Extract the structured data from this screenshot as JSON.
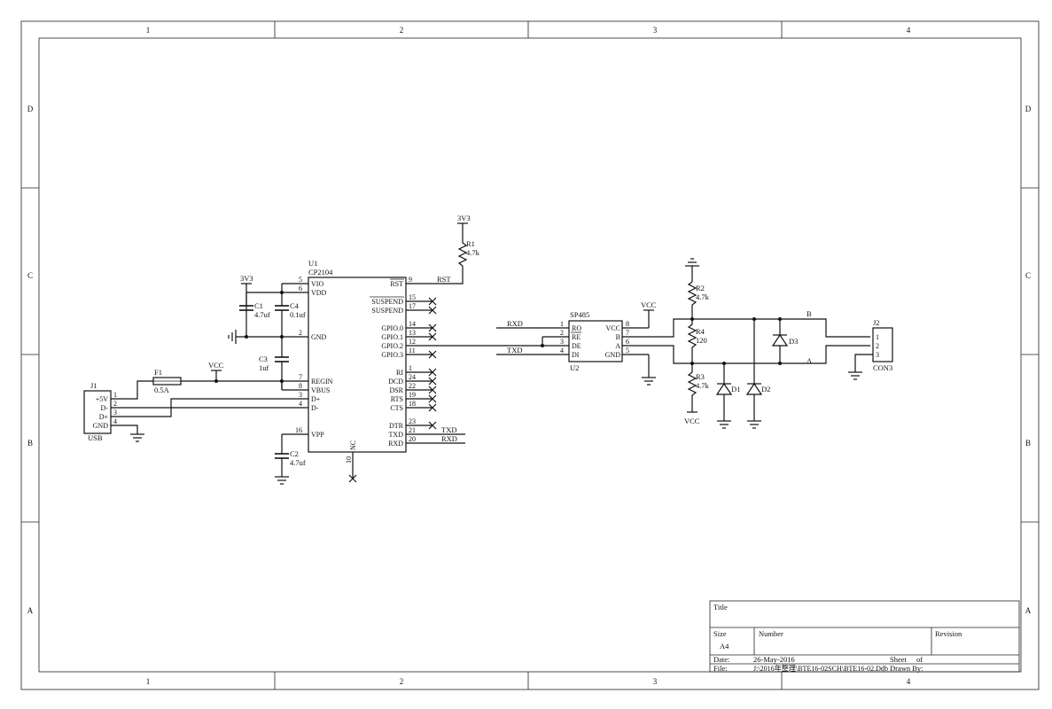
{
  "frame": {
    "zones_top": [
      "1",
      "2",
      "3",
      "4"
    ],
    "zones_bottom": [
      "1",
      "2",
      "3",
      "4"
    ],
    "zones_left": [
      "D",
      "C",
      "B",
      "A"
    ],
    "zones_right": [
      "D",
      "C",
      "B",
      "A"
    ]
  },
  "u1": {
    "ref": "U1",
    "part": "CP2104",
    "left_pins": [
      {
        "name": "VIO",
        "num": "5"
      },
      {
        "name": "VDD",
        "num": "6"
      },
      {
        "name": "GND",
        "num": "2"
      },
      {
        "name": "REGIN",
        "num": "7"
      },
      {
        "name": "VBUS",
        "num": "8"
      },
      {
        "name": "D+",
        "num": "3"
      },
      {
        "name": "D-",
        "num": "4"
      },
      {
        "name": "VPP",
        "num": "16"
      }
    ],
    "right_pins": [
      {
        "name": "RST",
        "num": "9"
      },
      {
        "name": "SUSPEND",
        "num": "15"
      },
      {
        "name": "SUSPEND",
        "num": "17"
      },
      {
        "name": "GPIO.0",
        "num": "14"
      },
      {
        "name": "GPIO.1",
        "num": "13"
      },
      {
        "name": "GPIO.2",
        "num": "12"
      },
      {
        "name": "GPIO.3",
        "num": "11"
      },
      {
        "name": "RI",
        "num": "1"
      },
      {
        "name": "DCD",
        "num": "24"
      },
      {
        "name": "DSR",
        "num": "22"
      },
      {
        "name": "RTS",
        "num": "19"
      },
      {
        "name": "CTS",
        "num": "18"
      },
      {
        "name": "DTR",
        "num": "23"
      },
      {
        "name": "TXD",
        "num": "21"
      },
      {
        "name": "RXD",
        "num": "20"
      }
    ],
    "bottom_pin": {
      "name": "NC",
      "num": "10"
    }
  },
  "u2": {
    "ref": "U2",
    "part": "SP485",
    "left_pins": [
      {
        "name": "RO",
        "num": "1"
      },
      {
        "name": "RE",
        "num": "2"
      },
      {
        "name": "DE",
        "num": "3"
      },
      {
        "name": "DI",
        "num": "4"
      }
    ],
    "right_pins": [
      {
        "name": "VCC",
        "num": "8"
      },
      {
        "name": "B",
        "num": "7"
      },
      {
        "name": "A",
        "num": "6"
      },
      {
        "name": "GND",
        "num": "5"
      }
    ]
  },
  "j1": {
    "ref": "J1",
    "type": "USB",
    "pins": [
      {
        "name": "+5V",
        "num": "1"
      },
      {
        "name": "D-",
        "num": "2"
      },
      {
        "name": "D+",
        "num": "3"
      },
      {
        "name": "GND",
        "num": "4"
      }
    ]
  },
  "j2": {
    "ref": "J2",
    "type": "CON3",
    "pins": [
      "1",
      "2",
      "3"
    ]
  },
  "parts": {
    "r1": {
      "ref": "R1",
      "value": "4.7k"
    },
    "r2": {
      "ref": "R2",
      "value": "4.7k"
    },
    "r3": {
      "ref": "R3",
      "value": "4.7k"
    },
    "r4": {
      "ref": "R4",
      "value": "120"
    },
    "c1": {
      "ref": "C1",
      "value": "4.7uf"
    },
    "c2": {
      "ref": "C2",
      "value": "4.7uf"
    },
    "c3": {
      "ref": "C3",
      "value": "1uf"
    },
    "c4": {
      "ref": "C4",
      "value": "0.1uf"
    },
    "f1": {
      "ref": "F1",
      "value": "0.5A"
    },
    "d1": {
      "ref": "D1"
    },
    "d2": {
      "ref": "D2"
    },
    "d3": {
      "ref": "D3"
    }
  },
  "nets": {
    "v3v3_r1": "3V3",
    "v3v3_c1": "3V3",
    "vcc_f1": "VCC",
    "vcc_u2": "VCC",
    "vcc_r3": "VCC",
    "rst": "RST",
    "txd_u1": "TXD",
    "rxd_u1": "RXD",
    "rxd_u2": "RXD",
    "txd_u2": "TXD",
    "bus_b": "B",
    "bus_a": "A"
  },
  "title_block": {
    "title_label": "Title",
    "size_label": "Size",
    "size_value": "A4",
    "number_label": "Number",
    "revision_label": "Revision",
    "date_label": "Date:",
    "date_value": "26-May-2016",
    "sheet_label": "Sheet",
    "sheet_of": "of",
    "file_label": "File:",
    "file_value": "J:\\2016年整理\\BTE16-02SCH\\BTE16-02.Ddb",
    "drawn_by_label": "Drawn By:"
  }
}
